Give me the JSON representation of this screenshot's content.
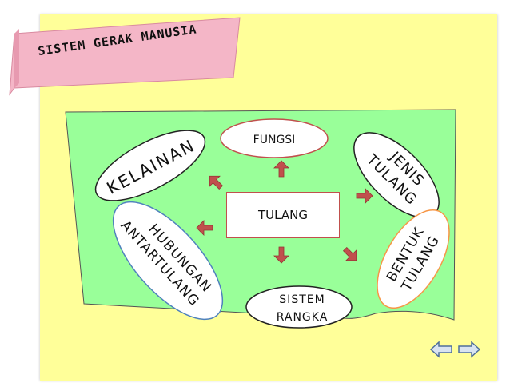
{
  "slide": {
    "title": "SISTEM GERAK MANUSIA",
    "colors": {
      "background": "#ffff99",
      "banner": "#f4b6c7",
      "map_area": "#99ff99",
      "arrow": "#c0504d"
    }
  },
  "diagram": {
    "center": "TULANG",
    "nodes": {
      "fungsi": "FUNGSI",
      "jenis": [
        "JENIS",
        "TULANG"
      ],
      "bentuk": [
        "BENTUK",
        "TULANG"
      ],
      "sistem": [
        "SISTEM",
        "RANGKA"
      ],
      "hubungan": [
        "HUBUNGAN",
        "ANTARTULANG"
      ],
      "kelainan": "KELAINAN"
    }
  },
  "nav": {
    "back_icon": "arrow-left-icon",
    "next_icon": "arrow-right-icon"
  }
}
